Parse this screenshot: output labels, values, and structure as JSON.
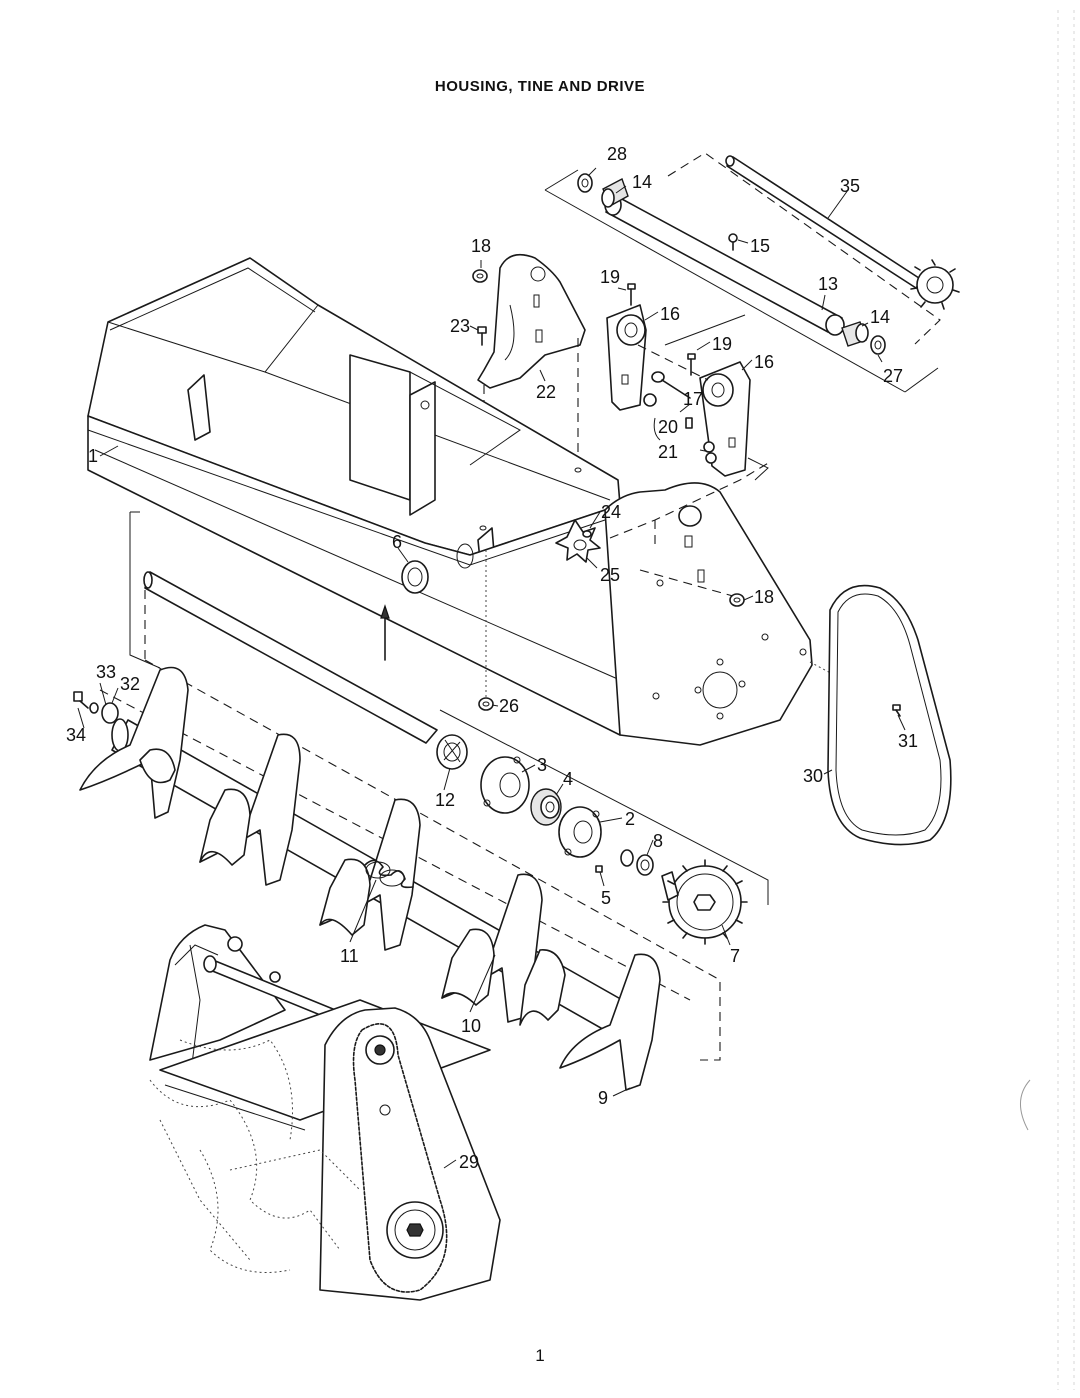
{
  "title": "HOUSING, TINE AND DRIVE",
  "page_number": "1",
  "callouts": [
    {
      "id": "c28",
      "label": "28"
    },
    {
      "id": "c14a",
      "label": "14"
    },
    {
      "id": "c35",
      "label": "35"
    },
    {
      "id": "c18a",
      "label": "18"
    },
    {
      "id": "c15",
      "label": "15"
    },
    {
      "id": "c19a",
      "label": "19"
    },
    {
      "id": "c13",
      "label": "13"
    },
    {
      "id": "c16a",
      "label": "16"
    },
    {
      "id": "c14b",
      "label": "14"
    },
    {
      "id": "c23",
      "label": "23"
    },
    {
      "id": "c19b",
      "label": "19"
    },
    {
      "id": "c16b",
      "label": "16"
    },
    {
      "id": "c27",
      "label": "27"
    },
    {
      "id": "c22",
      "label": "22"
    },
    {
      "id": "c17",
      "label": "17"
    },
    {
      "id": "c20",
      "label": "20"
    },
    {
      "id": "c21",
      "label": "21"
    },
    {
      "id": "c1",
      "label": "1"
    },
    {
      "id": "c24",
      "label": "24"
    },
    {
      "id": "c6",
      "label": "6"
    },
    {
      "id": "c25",
      "label": "25"
    },
    {
      "id": "c18b",
      "label": "18"
    },
    {
      "id": "c33",
      "label": "33"
    },
    {
      "id": "c32",
      "label": "32"
    },
    {
      "id": "c26",
      "label": "26"
    },
    {
      "id": "c34",
      "label": "34"
    },
    {
      "id": "c31",
      "label": "31"
    },
    {
      "id": "c3",
      "label": "3"
    },
    {
      "id": "c4",
      "label": "4"
    },
    {
      "id": "c30",
      "label": "30"
    },
    {
      "id": "c12",
      "label": "12"
    },
    {
      "id": "c2",
      "label": "2"
    },
    {
      "id": "c8",
      "label": "8"
    },
    {
      "id": "c5",
      "label": "5"
    },
    {
      "id": "c11",
      "label": "11"
    },
    {
      "id": "c7",
      "label": "7"
    },
    {
      "id": "c10",
      "label": "10"
    },
    {
      "id": "c9",
      "label": "9"
    },
    {
      "id": "c29",
      "label": "29"
    }
  ]
}
